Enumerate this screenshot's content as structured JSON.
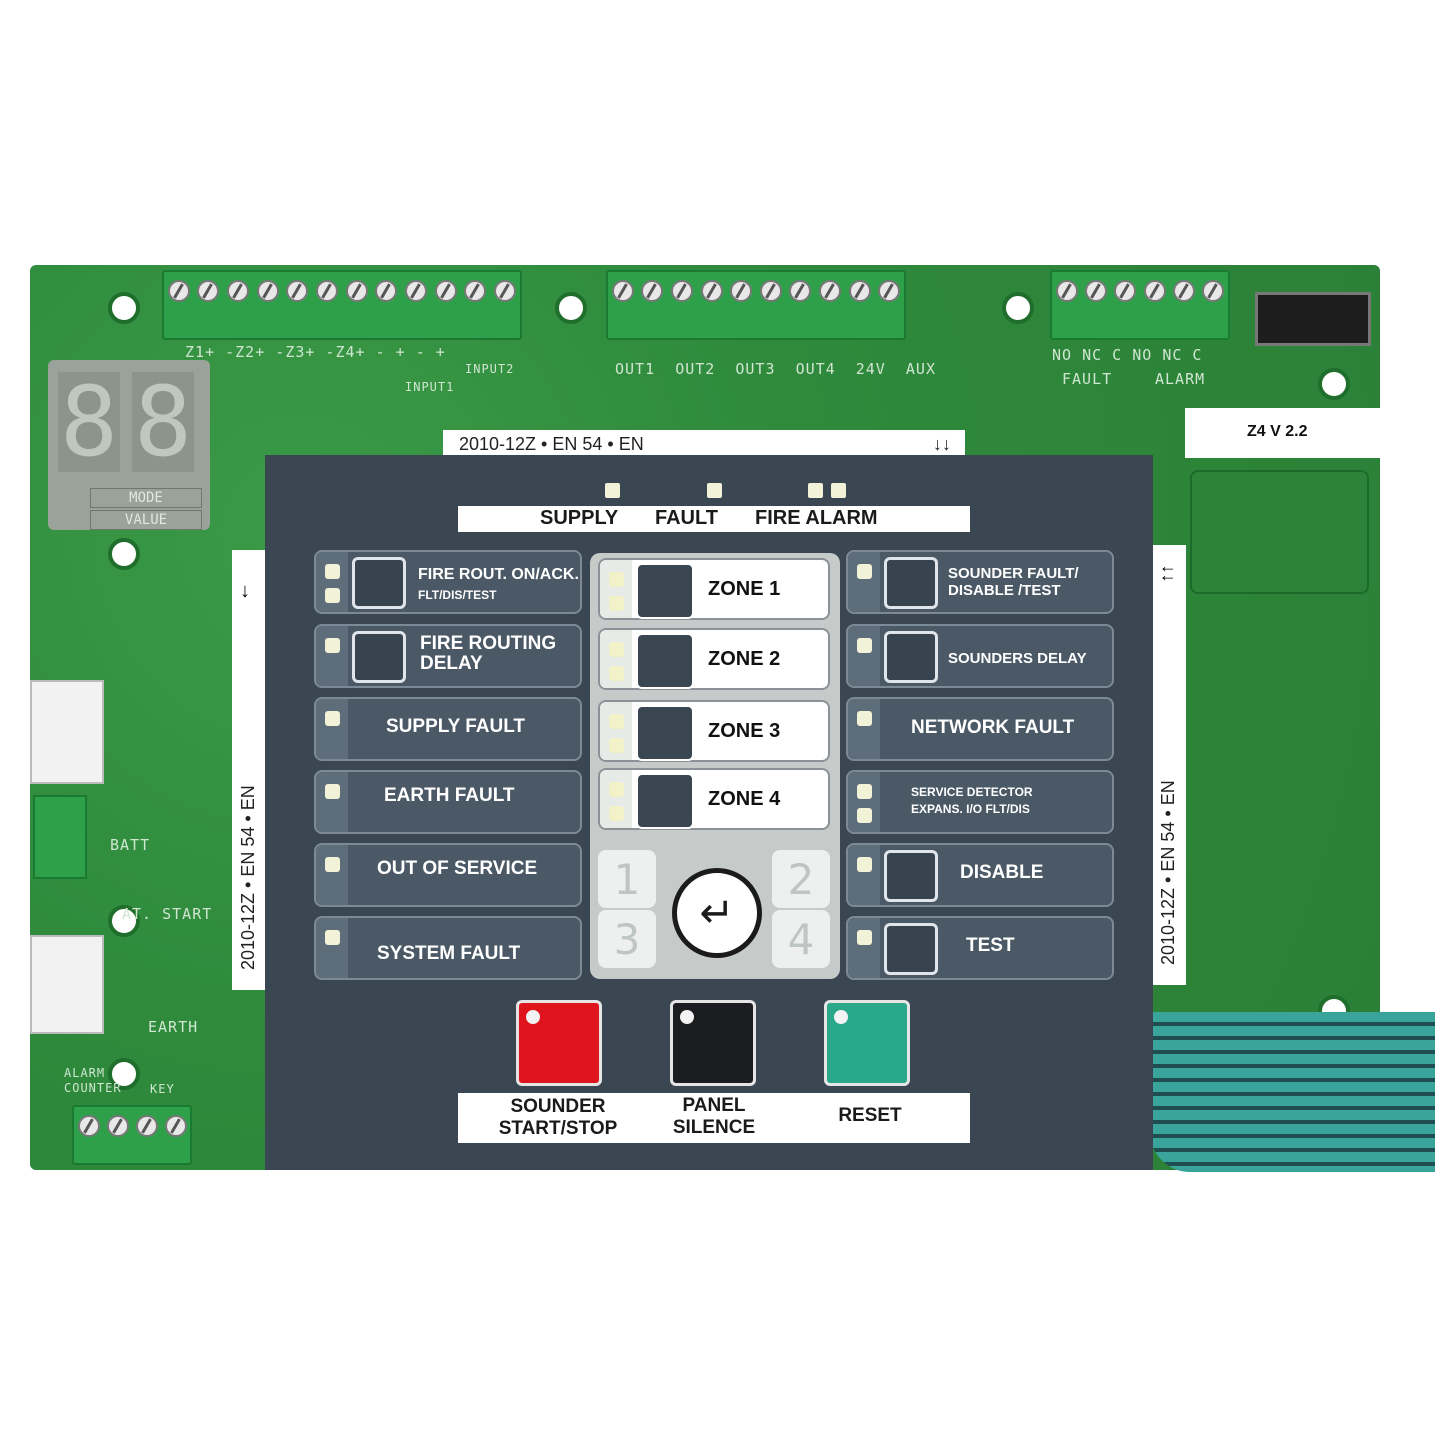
{
  "pcb": {
    "display": {
      "digits": "88",
      "mode_label": "MODE",
      "value_label": "VALUE"
    },
    "zone_terminals": [
      "Z1",
      "Z2",
      "Z3",
      "Z4"
    ],
    "input_labels": [
      "INPUT1",
      "INPUT2"
    ],
    "output_labels": [
      "OUT1",
      "OUT2",
      "OUT3",
      "OUT4",
      "24V",
      "AUX"
    ],
    "relay_labels": {
      "contacts": "NO NC C NO NC C",
      "fault": "FAULT",
      "alarm": "ALARM"
    },
    "batt": "BATT",
    "bat_start": "AT. START",
    "earth": "EARTH",
    "alarm_counter": "ALARM COUNTER",
    "key": "KEY",
    "version_label": "Z4 V 2.2",
    "standard_strip_top": "2010-12Z • EN 54 • EN",
    "standard_strip_arrows": "↓↓",
    "standard_strip_left": "2010-12Z • EN 54 • EN",
    "standard_strip_right": "2010-12Z • EN 54 • EN",
    "right_strip_arrows": "↑↑",
    "left_strip_arrow": "↓"
  },
  "panel": {
    "status": {
      "supply": "SUPPLY",
      "fault": "FAULT",
      "fire_alarm": "FIRE ALARM"
    },
    "left_buttons": [
      {
        "label": "FIRE ROUT. ON/ACK.",
        "sub": "FLT/DIS/TEST"
      },
      {
        "label": "FIRE ROUTING\nDELAY"
      },
      {
        "label": "SUPPLY FAULT"
      },
      {
        "label": "EARTH FAULT"
      },
      {
        "label": "OUT OF SERVICE"
      },
      {
        "label": "SYSTEM FAULT"
      }
    ],
    "zones": [
      "ZONE 1",
      "ZONE 2",
      "ZONE 3",
      "ZONE 4"
    ],
    "nav": {
      "one": "1",
      "two": "2",
      "three": "3",
      "four": "4",
      "enter": "↵"
    },
    "right_buttons": [
      {
        "label": "SOUNDER FAULT/\nDISABLE /TEST"
      },
      {
        "label": "SOUNDERS DELAY"
      },
      {
        "label": "NETWORK FAULT"
      },
      {
        "label": "SERVICE DETECTOR\nEXPANS. I/O FLT/DIS"
      },
      {
        "label": "DISABLE"
      },
      {
        "label": "TEST"
      }
    ],
    "bottom_buttons": [
      {
        "label": "SOUNDER\nSTART/STOP",
        "color": "#e0141c"
      },
      {
        "label": "PANEL\nSILENCE",
        "color": "#1c1d20"
      },
      {
        "label": "RESET",
        "color": "#2aa88a"
      }
    ]
  }
}
